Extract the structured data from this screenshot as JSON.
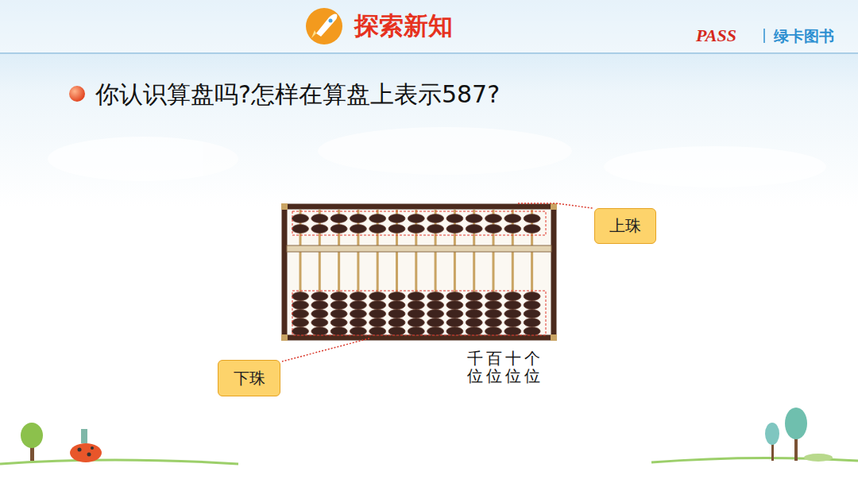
{
  "diagram": {
    "title": "探索新知",
    "nodes": [
      {
        "text": [
          "上珠"
        ]
      },
      {
        "text": [
          "下珠"
        ]
      }
    ],
    "labels": [
      "PASS",
      "绿卡图书",
      "你认识算盘吗?怎样在算盘上表示587?",
      "千位",
      "百位",
      "十位",
      "个位"
    ]
  }
}
